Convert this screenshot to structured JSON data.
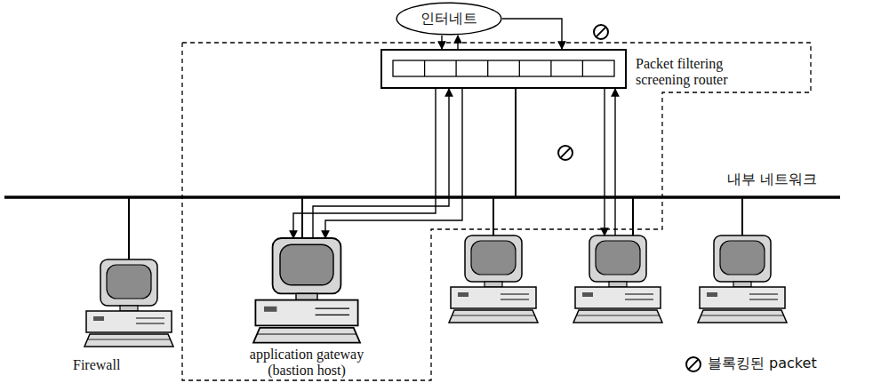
{
  "diagram": {
    "nodes": [
      {
        "text": [
          "인터네트"
        ]
      },
      {
        "text": [
          "Packet filtering screening router"
        ]
      },
      {
        "text": [
          "application gateway (bastion host)"
        ]
      }
    ],
    "edges": [
      {
        "from": 0,
        "to": 1,
        "arrow": "to"
      },
      {
        "from": 1,
        "to": 0,
        "arrow": "to"
      },
      {
        "from": 1,
        "to": 2,
        "arrow": "to"
      },
      {
        "from": 2,
        "to": 1,
        "arrow": "to"
      }
    ],
    "labels": [
      "Firewall",
      "내부 네트워크"
    ],
    "legend": [
      {
        "text": "블록킹된 packet"
      }
    ]
  }
}
